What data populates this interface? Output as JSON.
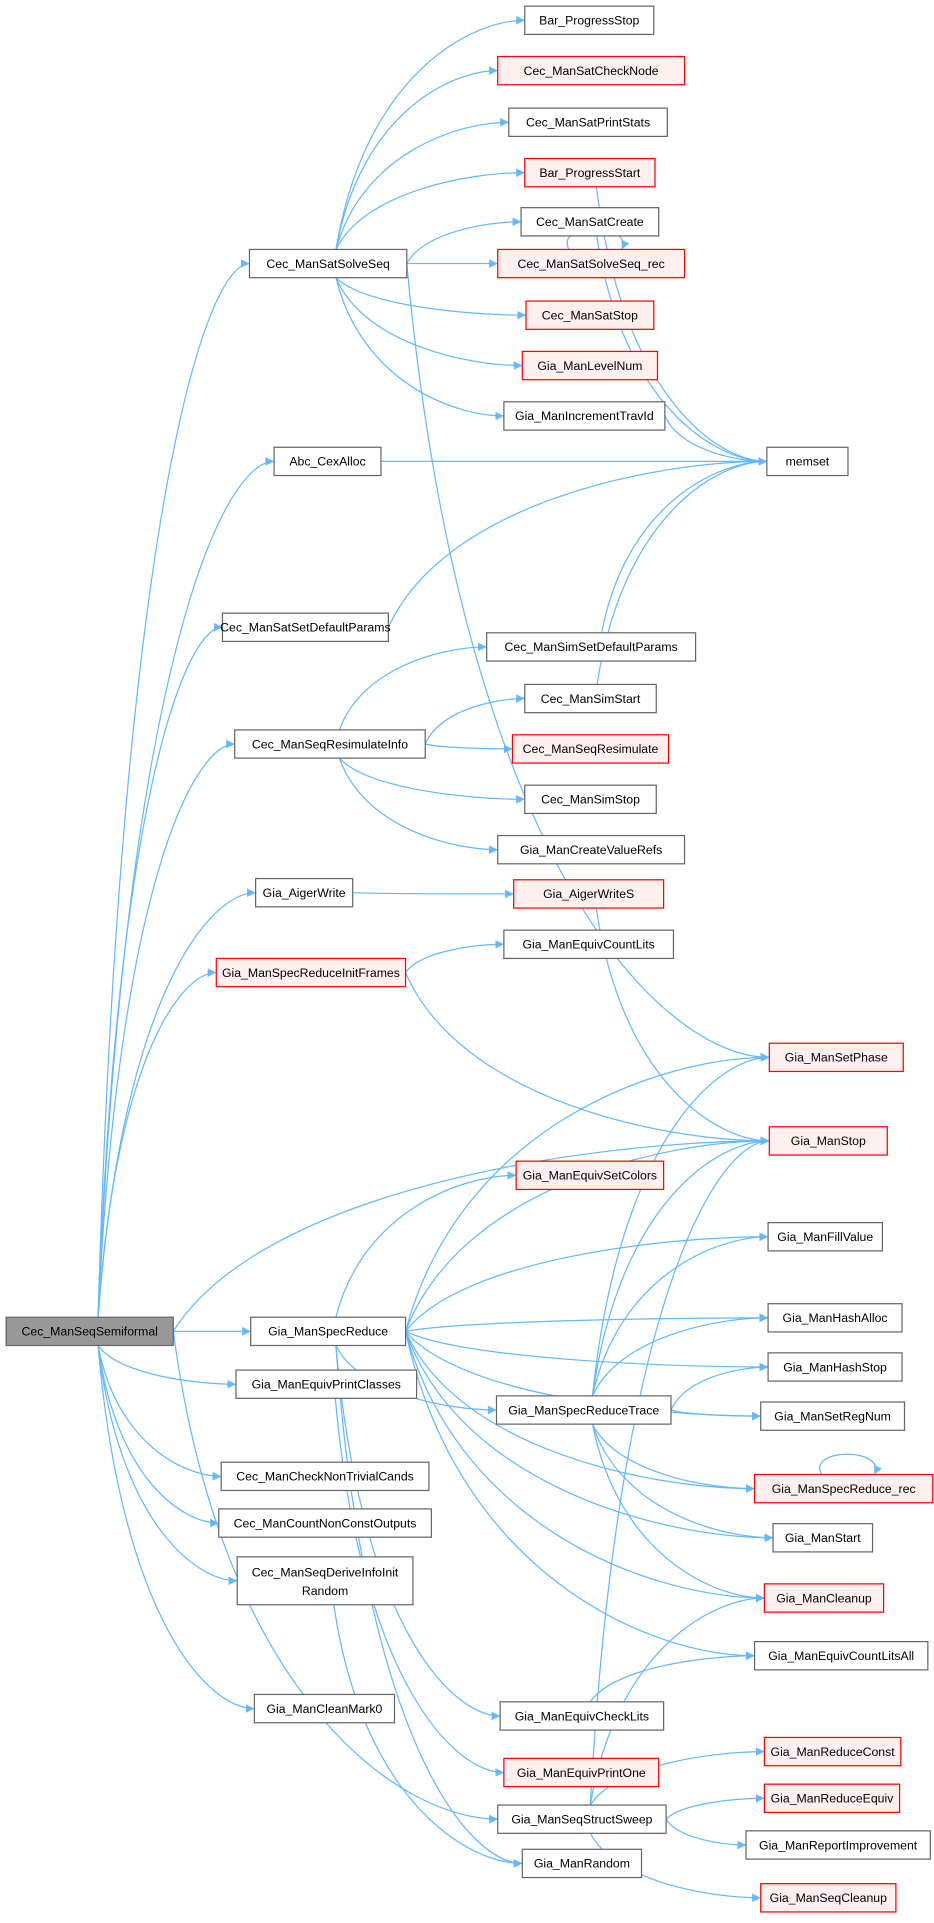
{
  "colors": {
    "edge": "#63b8ff",
    "normal_stroke": "#666666",
    "normal_fill": "#ffffff",
    "red_stroke": "#ff0000",
    "red_fill": "#fff0f0",
    "root_fill": "#999999",
    "root_stroke": "#666666"
  },
  "nodes": {
    "Bar_ProgressStop": {
      "label": "Bar_ProgressStop",
      "style": "normal"
    },
    "Cec_ManSatCheckNode": {
      "label": "Cec_ManSatCheckNode",
      "style": "red"
    },
    "Cec_ManSatPrintStats": {
      "label": "Cec_ManSatPrintStats",
      "style": "normal"
    },
    "Bar_ProgressStart": {
      "label": "Bar_ProgressStart",
      "style": "red"
    },
    "Cec_ManSatCreate": {
      "label": "Cec_ManSatCreate",
      "style": "normal"
    },
    "Cec_ManSatSolveSeq_rec": {
      "label": "Cec_ManSatSolveSeq_rec",
      "style": "red"
    },
    "Cec_ManSatStop": {
      "label": "Cec_ManSatStop",
      "style": "red"
    },
    "Gia_ManLevelNum": {
      "label": "Gia_ManLevelNum",
      "style": "red"
    },
    "Gia_ManIncrementTravId": {
      "label": "Gia_ManIncrementTravId",
      "style": "normal"
    },
    "memset": {
      "label": "memset",
      "style": "normal"
    },
    "Cec_ManSatSolveSeq": {
      "label": "Cec_ManSatSolveSeq",
      "style": "normal"
    },
    "Abc_CexAlloc": {
      "label": "Abc_CexAlloc",
      "style": "normal"
    },
    "Cec_ManSatSetDefaultParams": {
      "label": "Cec_ManSatSetDefaultParams",
      "style": "normal"
    },
    "Cec_ManSimSetDefaultParams": {
      "label": "Cec_ManSimSetDefaultParams",
      "style": "normal"
    },
    "Cec_ManSimStart": {
      "label": "Cec_ManSimStart",
      "style": "normal"
    },
    "Cec_ManSeqResimulateInfo": {
      "label": "Cec_ManSeqResimulateInfo",
      "style": "normal"
    },
    "Cec_ManSeqResimulate": {
      "label": "Cec_ManSeqResimulate",
      "style": "red"
    },
    "Cec_ManSimStop": {
      "label": "Cec_ManSimStop",
      "style": "normal"
    },
    "Gia_ManCreateValueRefs": {
      "label": "Gia_ManCreateValueRefs",
      "style": "normal"
    },
    "Gia_AigerWrite": {
      "label": "Gia_AigerWrite",
      "style": "normal"
    },
    "Gia_AigerWriteS": {
      "label": "Gia_AigerWriteS",
      "style": "red"
    },
    "Gia_ManEquivCountLits": {
      "label": "Gia_ManEquivCountLits",
      "style": "normal"
    },
    "Gia_ManSpecReduceInitFrames": {
      "label": "Gia_ManSpecReduceInitFrames",
      "style": "red"
    },
    "Gia_ManSetPhase": {
      "label": "Gia_ManSetPhase",
      "style": "red"
    },
    "Gia_ManStop": {
      "label": "Gia_ManStop",
      "style": "red"
    },
    "Gia_ManFillValue": {
      "label": "Gia_ManFillValue",
      "style": "normal"
    },
    "Gia_ManEquivSetColors": {
      "label": "Gia_ManEquivSetColors",
      "style": "red"
    },
    "Cec_ManSeqSemiformal": {
      "label": "Cec_ManSeqSemiformal",
      "style": "root"
    },
    "Gia_ManSpecReduce": {
      "label": "Gia_ManSpecReduce",
      "style": "normal"
    },
    "Gia_ManHashAlloc": {
      "label": "Gia_ManHashAlloc",
      "style": "normal"
    },
    "Gia_ManEquivPrintClasses": {
      "label": "Gia_ManEquivPrintClasses",
      "style": "normal"
    },
    "Gia_ManHashStop": {
      "label": "Gia_ManHashStop",
      "style": "normal"
    },
    "Gia_ManSpecReduceTrace": {
      "label": "Gia_ManSpecReduceTrace",
      "style": "normal"
    },
    "Gia_ManSetRegNum": {
      "label": "Gia_ManSetRegNum",
      "style": "normal"
    },
    "Gia_ManSpecReduce_rec": {
      "label": "Gia_ManSpecReduce_rec",
      "style": "red"
    },
    "Cec_ManCheckNonTrivialCands": {
      "label": "Cec_ManCheckNonTrivialCands",
      "style": "normal"
    },
    "Cec_ManCountNonConstOutputs": {
      "label": "Cec_ManCountNonConstOutputs",
      "style": "normal"
    },
    "Gia_ManStart": {
      "label": "Gia_ManStart",
      "style": "normal"
    },
    "Cec_ManSeqDeriveInfoInitRandom": {
      "label": "Cec_ManSeqDeriveInfoInit",
      "label2": "Random",
      "style": "normal"
    },
    "Gia_ManCleanup": {
      "label": "Gia_ManCleanup",
      "style": "red"
    },
    "Gia_ManEquivCountLitsAll": {
      "label": "Gia_ManEquivCountLitsAll",
      "style": "normal"
    },
    "Gia_ManCleanMark0": {
      "label": "Gia_ManCleanMark0",
      "style": "normal"
    },
    "Gia_ManEquivCheckLits": {
      "label": "Gia_ManEquivCheckLits",
      "style": "normal"
    },
    "Gia_ManEquivPrintOne": {
      "label": "Gia_ManEquivPrintOne",
      "style": "red"
    },
    "Gia_ManReduceConst": {
      "label": "Gia_ManReduceConst",
      "style": "red"
    },
    "Gia_ManReduceEquiv": {
      "label": "Gia_ManReduceEquiv",
      "style": "red"
    },
    "Gia_ManSeqStructSweep": {
      "label": "Gia_ManSeqStructSweep",
      "style": "normal"
    },
    "Gia_ManReportImprovement": {
      "label": "Gia_ManReportImprovement",
      "style": "normal"
    },
    "Gia_ManRandom": {
      "label": "Gia_ManRandom",
      "style": "normal"
    },
    "Gia_ManSeqCleanup": {
      "label": "Gia_ManSeqCleanup",
      "style": "red"
    }
  },
  "edges": [
    [
      "Cec_ManSatSolveSeq",
      "Bar_ProgressStop"
    ],
    [
      "Cec_ManSatSolveSeq",
      "Cec_ManSatCheckNode"
    ],
    [
      "Cec_ManSatSolveSeq",
      "Cec_ManSatPrintStats"
    ],
    [
      "Cec_ManSatSolveSeq",
      "Bar_ProgressStart"
    ],
    [
      "Cec_ManSatSolveSeq",
      "Cec_ManSatCreate"
    ],
    [
      "Cec_ManSatSolveSeq",
      "Cec_ManSatSolveSeq_rec"
    ],
    [
      "Cec_ManSatSolveSeq",
      "Cec_ManSatStop"
    ],
    [
      "Cec_ManSatSolveSeq",
      "Gia_ManLevelNum"
    ],
    [
      "Cec_ManSatSolveSeq",
      "Gia_ManIncrementTravId"
    ],
    [
      "Cec_ManSatSolveSeq",
      "Gia_ManSetPhase"
    ],
    [
      "Cec_ManSatSolveSeq_rec",
      "Cec_ManSatSolveSeq_rec"
    ],
    [
      "Bar_ProgressStart",
      "memset"
    ],
    [
      "Cec_ManSatCreate",
      "memset"
    ],
    [
      "Gia_ManIncrementTravId",
      "memset"
    ],
    [
      "Abc_CexAlloc",
      "memset"
    ],
    [
      "Cec_ManSatSetDefaultParams",
      "memset"
    ],
    [
      "Cec_ManSimSetDefaultParams",
      "memset"
    ],
    [
      "Cec_ManSimStart",
      "memset"
    ],
    [
      "Cec_ManSeqResimulateInfo",
      "Cec_ManSimSetDefaultParams"
    ],
    [
      "Cec_ManSeqResimulateInfo",
      "Cec_ManSimStart"
    ],
    [
      "Cec_ManSeqResimulateInfo",
      "Cec_ManSeqResimulate"
    ],
    [
      "Cec_ManSeqResimulateInfo",
      "Cec_ManSimStop"
    ],
    [
      "Cec_ManSeqResimulateInfo",
      "Gia_ManCreateValueRefs"
    ],
    [
      "Gia_AigerWrite",
      "Gia_AigerWriteS"
    ],
    [
      "Gia_AigerWriteS",
      "Gia_ManStop"
    ],
    [
      "Gia_ManSpecReduceInitFrames",
      "Gia_ManEquivCountLits"
    ],
    [
      "Gia_ManSpecReduceInitFrames",
      "Gia_ManStop"
    ],
    [
      "Cec_ManSeqSemiformal",
      "Cec_ManSatSolveSeq"
    ],
    [
      "Cec_ManSeqSemiformal",
      "Abc_CexAlloc"
    ],
    [
      "Cec_ManSeqSemiformal",
      "Cec_ManSatSetDefaultParams"
    ],
    [
      "Cec_ManSeqSemiformal",
      "Cec_ManSeqResimulateInfo"
    ],
    [
      "Cec_ManSeqSemiformal",
      "Gia_AigerWrite"
    ],
    [
      "Cec_ManSeqSemiformal",
      "Gia_ManSpecReduceInitFrames"
    ],
    [
      "Cec_ManSeqSemiformal",
      "Gia_ManStop"
    ],
    [
      "Cec_ManSeqSemiformal",
      "Gia_ManSpecReduce"
    ],
    [
      "Cec_ManSeqSemiformal",
      "Gia_ManEquivPrintClasses"
    ],
    [
      "Cec_ManSeqSemiformal",
      "Cec_ManCheckNonTrivialCands"
    ],
    [
      "Cec_ManSeqSemiformal",
      "Cec_ManCountNonConstOutputs"
    ],
    [
      "Cec_ManSeqSemiformal",
      "Cec_ManSeqDeriveInfoInitRandom"
    ],
    [
      "Cec_ManSeqSemiformal",
      "Gia_ManCleanMark0"
    ],
    [
      "Cec_ManSeqSemiformal",
      "Gia_ManSeqStructSweep"
    ],
    [
      "Gia_ManSpecReduce",
      "Gia_ManSetPhase"
    ],
    [
      "Gia_ManSpecReduce",
      "Gia_ManStop"
    ],
    [
      "Gia_ManSpecReduce",
      "Gia_ManFillValue"
    ],
    [
      "Gia_ManSpecReduce",
      "Gia_ManEquivSetColors"
    ],
    [
      "Gia_ManSpecReduce",
      "Gia_ManHashAlloc"
    ],
    [
      "Gia_ManSpecReduce",
      "Gia_ManHashStop"
    ],
    [
      "Gia_ManSpecReduce",
      "Gia_ManSpecReduceTrace"
    ],
    [
      "Gia_ManSpecReduce",
      "Gia_ManSetRegNum"
    ],
    [
      "Gia_ManSpecReduce",
      "Gia_ManSpecReduce_rec"
    ],
    [
      "Gia_ManSpecReduce",
      "Gia_ManStart"
    ],
    [
      "Gia_ManSpecReduce",
      "Gia_ManCleanup"
    ],
    [
      "Gia_ManSpecReduce",
      "Gia_ManEquivCountLitsAll"
    ],
    [
      "Gia_ManSpecReduce",
      "Gia_ManEquivCheckLits"
    ],
    [
      "Gia_ManSpecReduce",
      "Gia_ManRandom"
    ],
    [
      "Gia_ManSpecReduceTrace",
      "Gia_ManSetPhase"
    ],
    [
      "Gia_ManSpecReduceTrace",
      "Gia_ManStop"
    ],
    [
      "Gia_ManSpecReduceTrace",
      "Gia_ManFillValue"
    ],
    [
      "Gia_ManSpecReduceTrace",
      "Gia_ManHashAlloc"
    ],
    [
      "Gia_ManSpecReduceTrace",
      "Gia_ManHashStop"
    ],
    [
      "Gia_ManSpecReduceTrace",
      "Gia_ManSetRegNum"
    ],
    [
      "Gia_ManSpecReduceTrace",
      "Gia_ManSpecReduce_rec"
    ],
    [
      "Gia_ManSpecReduceTrace",
      "Gia_ManStart"
    ],
    [
      "Gia_ManSpecReduceTrace",
      "Gia_ManCleanup"
    ],
    [
      "Gia_ManSpecReduce_rec",
      "Gia_ManSpecReduce_rec"
    ],
    [
      "Gia_ManEquivPrintClasses",
      "Gia_ManEquivPrintOne"
    ],
    [
      "Cec_ManSeqDeriveInfoInitRandom",
      "Gia_ManRandom"
    ],
    [
      "Gia_ManEquivCheckLits",
      "Gia_ManEquivCountLitsAll"
    ],
    [
      "Gia_ManSeqStructSweep",
      "Gia_ManStop"
    ],
    [
      "Gia_ManSeqStructSweep",
      "Gia_ManCleanup"
    ],
    [
      "Gia_ManSeqStructSweep",
      "Gia_ManReduceConst"
    ],
    [
      "Gia_ManSeqStructSweep",
      "Gia_ManReduceEquiv"
    ],
    [
      "Gia_ManSeqStructSweep",
      "Gia_ManReportImprovement"
    ],
    [
      "Gia_ManSeqStructSweep",
      "Gia_ManSeqCleanup"
    ]
  ]
}
